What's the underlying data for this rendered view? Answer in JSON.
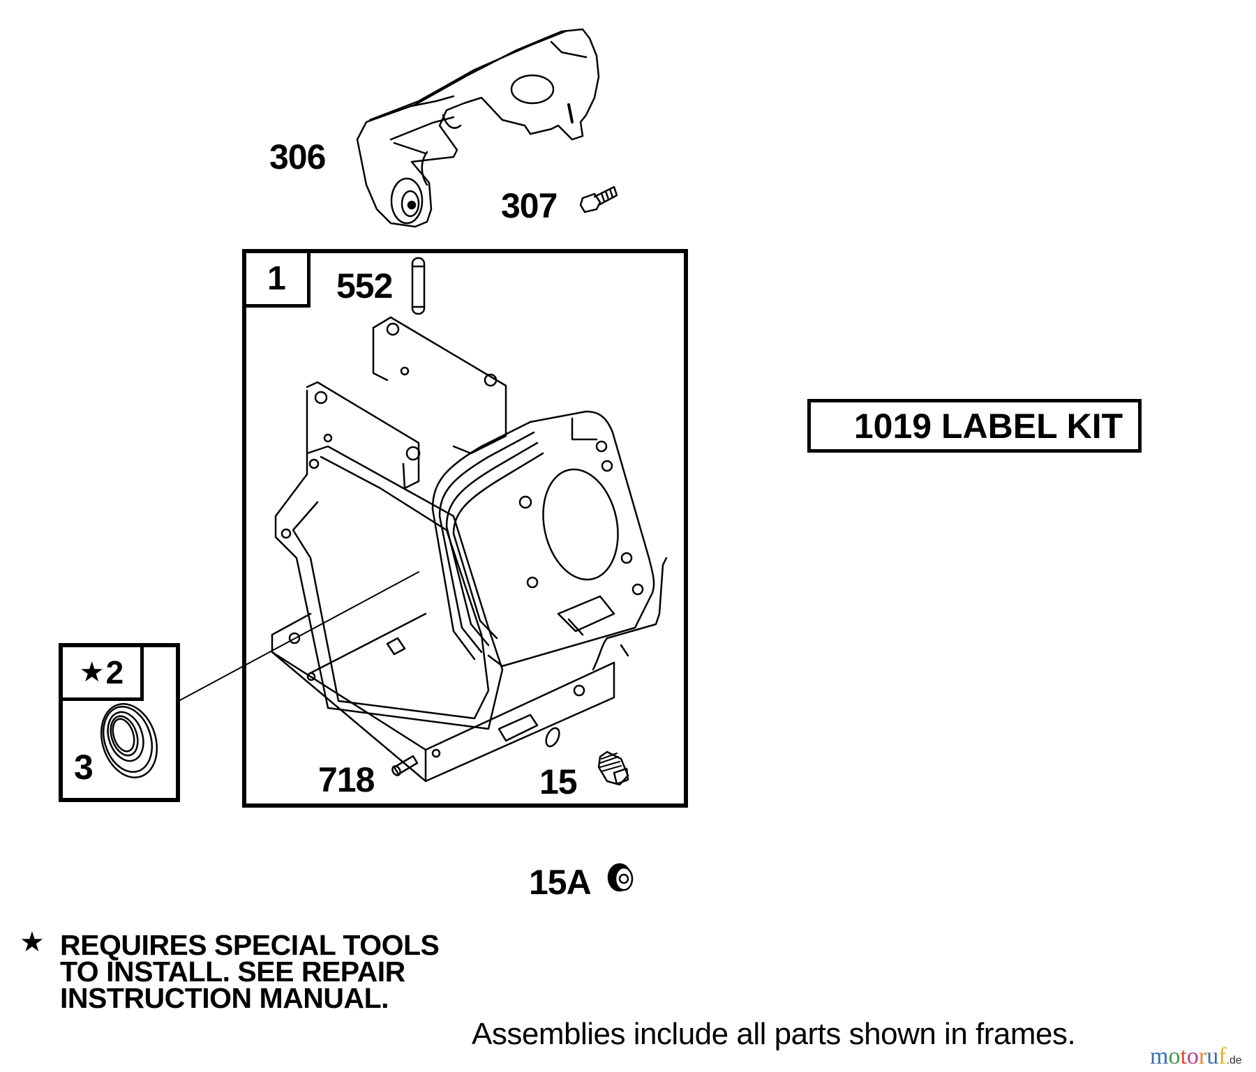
{
  "diagram": {
    "type": "exploded-parts-diagram",
    "parts": [
      {
        "ref": "306",
        "desc": "blower housing cover part"
      },
      {
        "ref": "307",
        "desc": "screw"
      },
      {
        "ref": "552",
        "desc": "dowel pin"
      },
      {
        "ref": "718",
        "desc": "pin"
      },
      {
        "ref": "15",
        "desc": "plug"
      },
      {
        "ref": "15A",
        "desc": "plug"
      },
      {
        "ref": "3",
        "desc": "oil seal"
      }
    ],
    "frames": [
      {
        "id": "1",
        "label": "1",
        "contains": [
          "552",
          "718",
          "15",
          "cylinder block"
        ]
      },
      {
        "id": "2",
        "label": "2",
        "special_tools": true,
        "contains": [
          "3"
        ]
      }
    ]
  },
  "labels": {
    "p306": "306",
    "p307": "307",
    "p552": "552",
    "p718": "718",
    "p15": "15",
    "p15a": "15A",
    "p3": "3",
    "frame1": "1",
    "frame2": "2",
    "frame2_star": "★"
  },
  "label_kit": "1019 LABEL KIT",
  "note": {
    "star": "★",
    "line1": "REQUIRES SPECIAL TOOLS",
    "line2": "TO INSTALL.  SEE REPAIR",
    "line3": "INSTRUCTION MANUAL."
  },
  "footer": "Assemblies include all parts shown in frames.",
  "watermark": {
    "letters": [
      "m",
      "o",
      "t",
      "o",
      "r",
      "u",
      "f"
    ],
    "colors": [
      "#3b6fb6",
      "#3b9a4a",
      "#e0462d",
      "#c43a8f",
      "#e6862a",
      "#3b6fb6",
      "#e8b520"
    ],
    "suffix": ".de"
  }
}
